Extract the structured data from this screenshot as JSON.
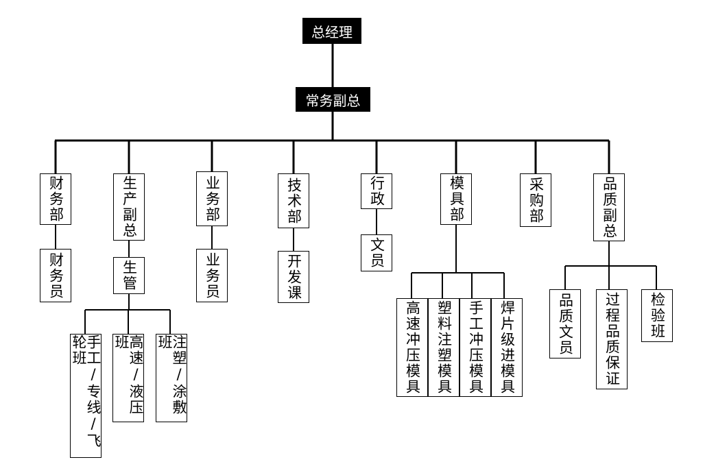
{
  "chart": {
    "ceo": "总经理",
    "evp": "常务副总",
    "finance_dept": "财务部",
    "finance_clerk": "财务员",
    "production_vp": "生产副总",
    "production_mgmt": "生管",
    "manual_line": "手工/专线/飞轮班",
    "highspeed_hydraulic": "高速/液压班",
    "injection_coating": "注塑/涂敷班",
    "sales_dept": "业务部",
    "sales_clerk": "业务员",
    "tech_dept": "技术部",
    "development": "开发课",
    "admin": "行政",
    "admin_clerk": "文员",
    "mold_dept": "模具部",
    "mold_highspeed": "高速冲压模具",
    "mold_injection": "塑料注塑模具",
    "mold_manual": "手工冲压模具",
    "mold_progressive": "焊片级进模具",
    "purchasing": "采购部",
    "quality_vp": "品质副总",
    "quality_clerk": "品质文员",
    "process_qa": "过程品质保证",
    "inspection": "检验班"
  }
}
